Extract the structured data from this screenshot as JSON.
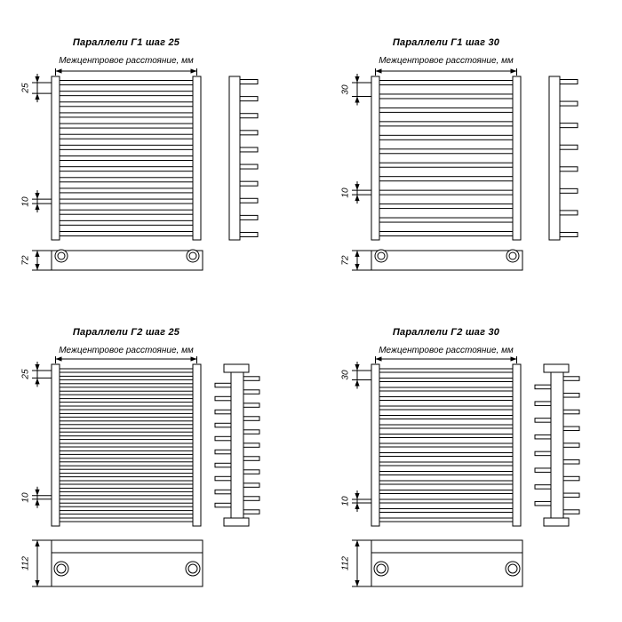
{
  "page": {
    "background": "#ffffff",
    "line_color": "#000000"
  },
  "diagrams": [
    {
      "title": "Параллели Г1 шаг 25",
      "subtitle": "Межцентровое расстояние, мм",
      "step_label": "25",
      "bar_label": "10",
      "collector_label": "72",
      "rows": "Г1",
      "step_mm": 25,
      "collector_height_mm": 72,
      "bars": 15,
      "teeth": 10
    },
    {
      "title": "Параллели Г1 шаг 30",
      "subtitle": "Межцентровое расстояние, мм",
      "step_label": "30",
      "bar_label": "10",
      "collector_label": "72",
      "rows": "Г1",
      "step_mm": 30,
      "collector_height_mm": 72,
      "bars": 12,
      "teeth": 8
    },
    {
      "title": "Параллели Г2 шаг 25",
      "subtitle": "Межцентровое расстояние, мм",
      "step_label": "25",
      "bar_label": "10",
      "collector_label": "112",
      "rows": "Г2",
      "step_mm": 25,
      "collector_height_mm": 112,
      "bars": 21,
      "teeth": 11
    },
    {
      "title": "Параллели Г2 шаг 30",
      "subtitle": "Межцентровое расстояние, мм",
      "step_label": "30",
      "bar_label": "10",
      "collector_label": "112",
      "rows": "Г2",
      "step_mm": 30,
      "collector_height_mm": 112,
      "bars": 17,
      "teeth": 9
    }
  ]
}
